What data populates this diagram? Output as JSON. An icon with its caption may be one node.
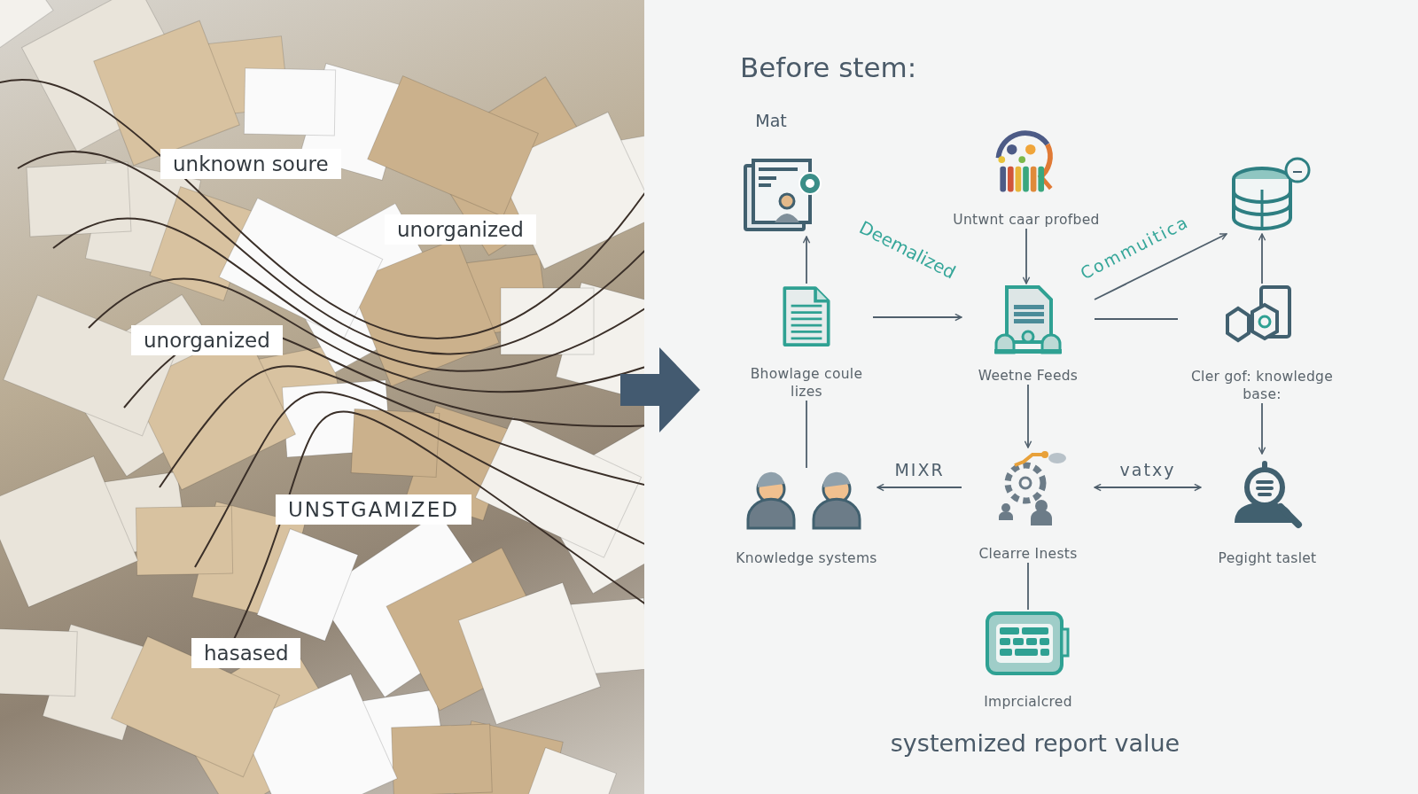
{
  "diagram": {
    "title": "Before stem:",
    "caption": "systemized report value",
    "nodes": [
      {
        "text": [],
        "shape": "picture"
      },
      {
        "text": [],
        "shape": "picture"
      },
      {
        "text": [
          "Untwnt caar profbed"
        ]
      },
      {
        "text": [],
        "shape": "picture"
      },
      {
        "text": [
          "Bhowlage coule lizes"
        ]
      },
      {
        "text": [
          "Weetne Feeds"
        ]
      },
      {
        "text": [
          "Cler gof: knowledge base:"
        ]
      },
      {
        "text": [
          "Knowledge systems"
        ]
      },
      {
        "text": [
          "Clearre Inests"
        ]
      },
      {
        "text": [
          "Pegight taslet"
        ]
      },
      {
        "text": [
          "Imprcialcred"
        ]
      }
    ],
    "edges": [
      {
        "from": 4,
        "to": 1,
        "arrow": "to"
      },
      {
        "from": 2,
        "to": 5,
        "arrow": "to"
      },
      {
        "from": 4,
        "to": 5,
        "arrow": "to"
      },
      {
        "from": 5,
        "to": 3,
        "arrow": "to",
        "label": "Commuitica"
      },
      {
        "from": 5,
        "to": 6,
        "arrow": "none"
      },
      {
        "from": 6,
        "to": 3,
        "arrow": "to"
      },
      {
        "from": 5,
        "to": 8,
        "arrow": "to"
      },
      {
        "from": 4,
        "to": 7,
        "arrow": "none"
      },
      {
        "from": 6,
        "to": 9,
        "arrow": "to"
      },
      {
        "from": 8,
        "to": 7,
        "arrow": "to",
        "label": "MIXR"
      },
      {
        "from": 8,
        "to": 9,
        "arrow": "both",
        "label": "vatxy"
      },
      {
        "from": 8,
        "to": 10,
        "arrow": "none"
      }
    ],
    "labels": [
      "unknown soure",
      "unorganized",
      "unorganized",
      "UNSTGAMIZED",
      "hasased",
      "Mat",
      "Deemalized"
    ]
  }
}
